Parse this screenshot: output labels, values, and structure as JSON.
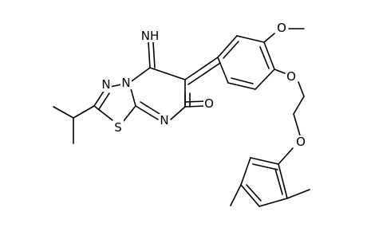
{
  "atoms": {
    "imine": "NH",
    "ring_n_top": "N",
    "ring_n_left": "N",
    "ring_n_bottom": "N",
    "sulfur": "S",
    "carbonyl_o": "O",
    "methoxy_o": "O",
    "ether_o1": "O",
    "ether_o2": "O"
  }
}
